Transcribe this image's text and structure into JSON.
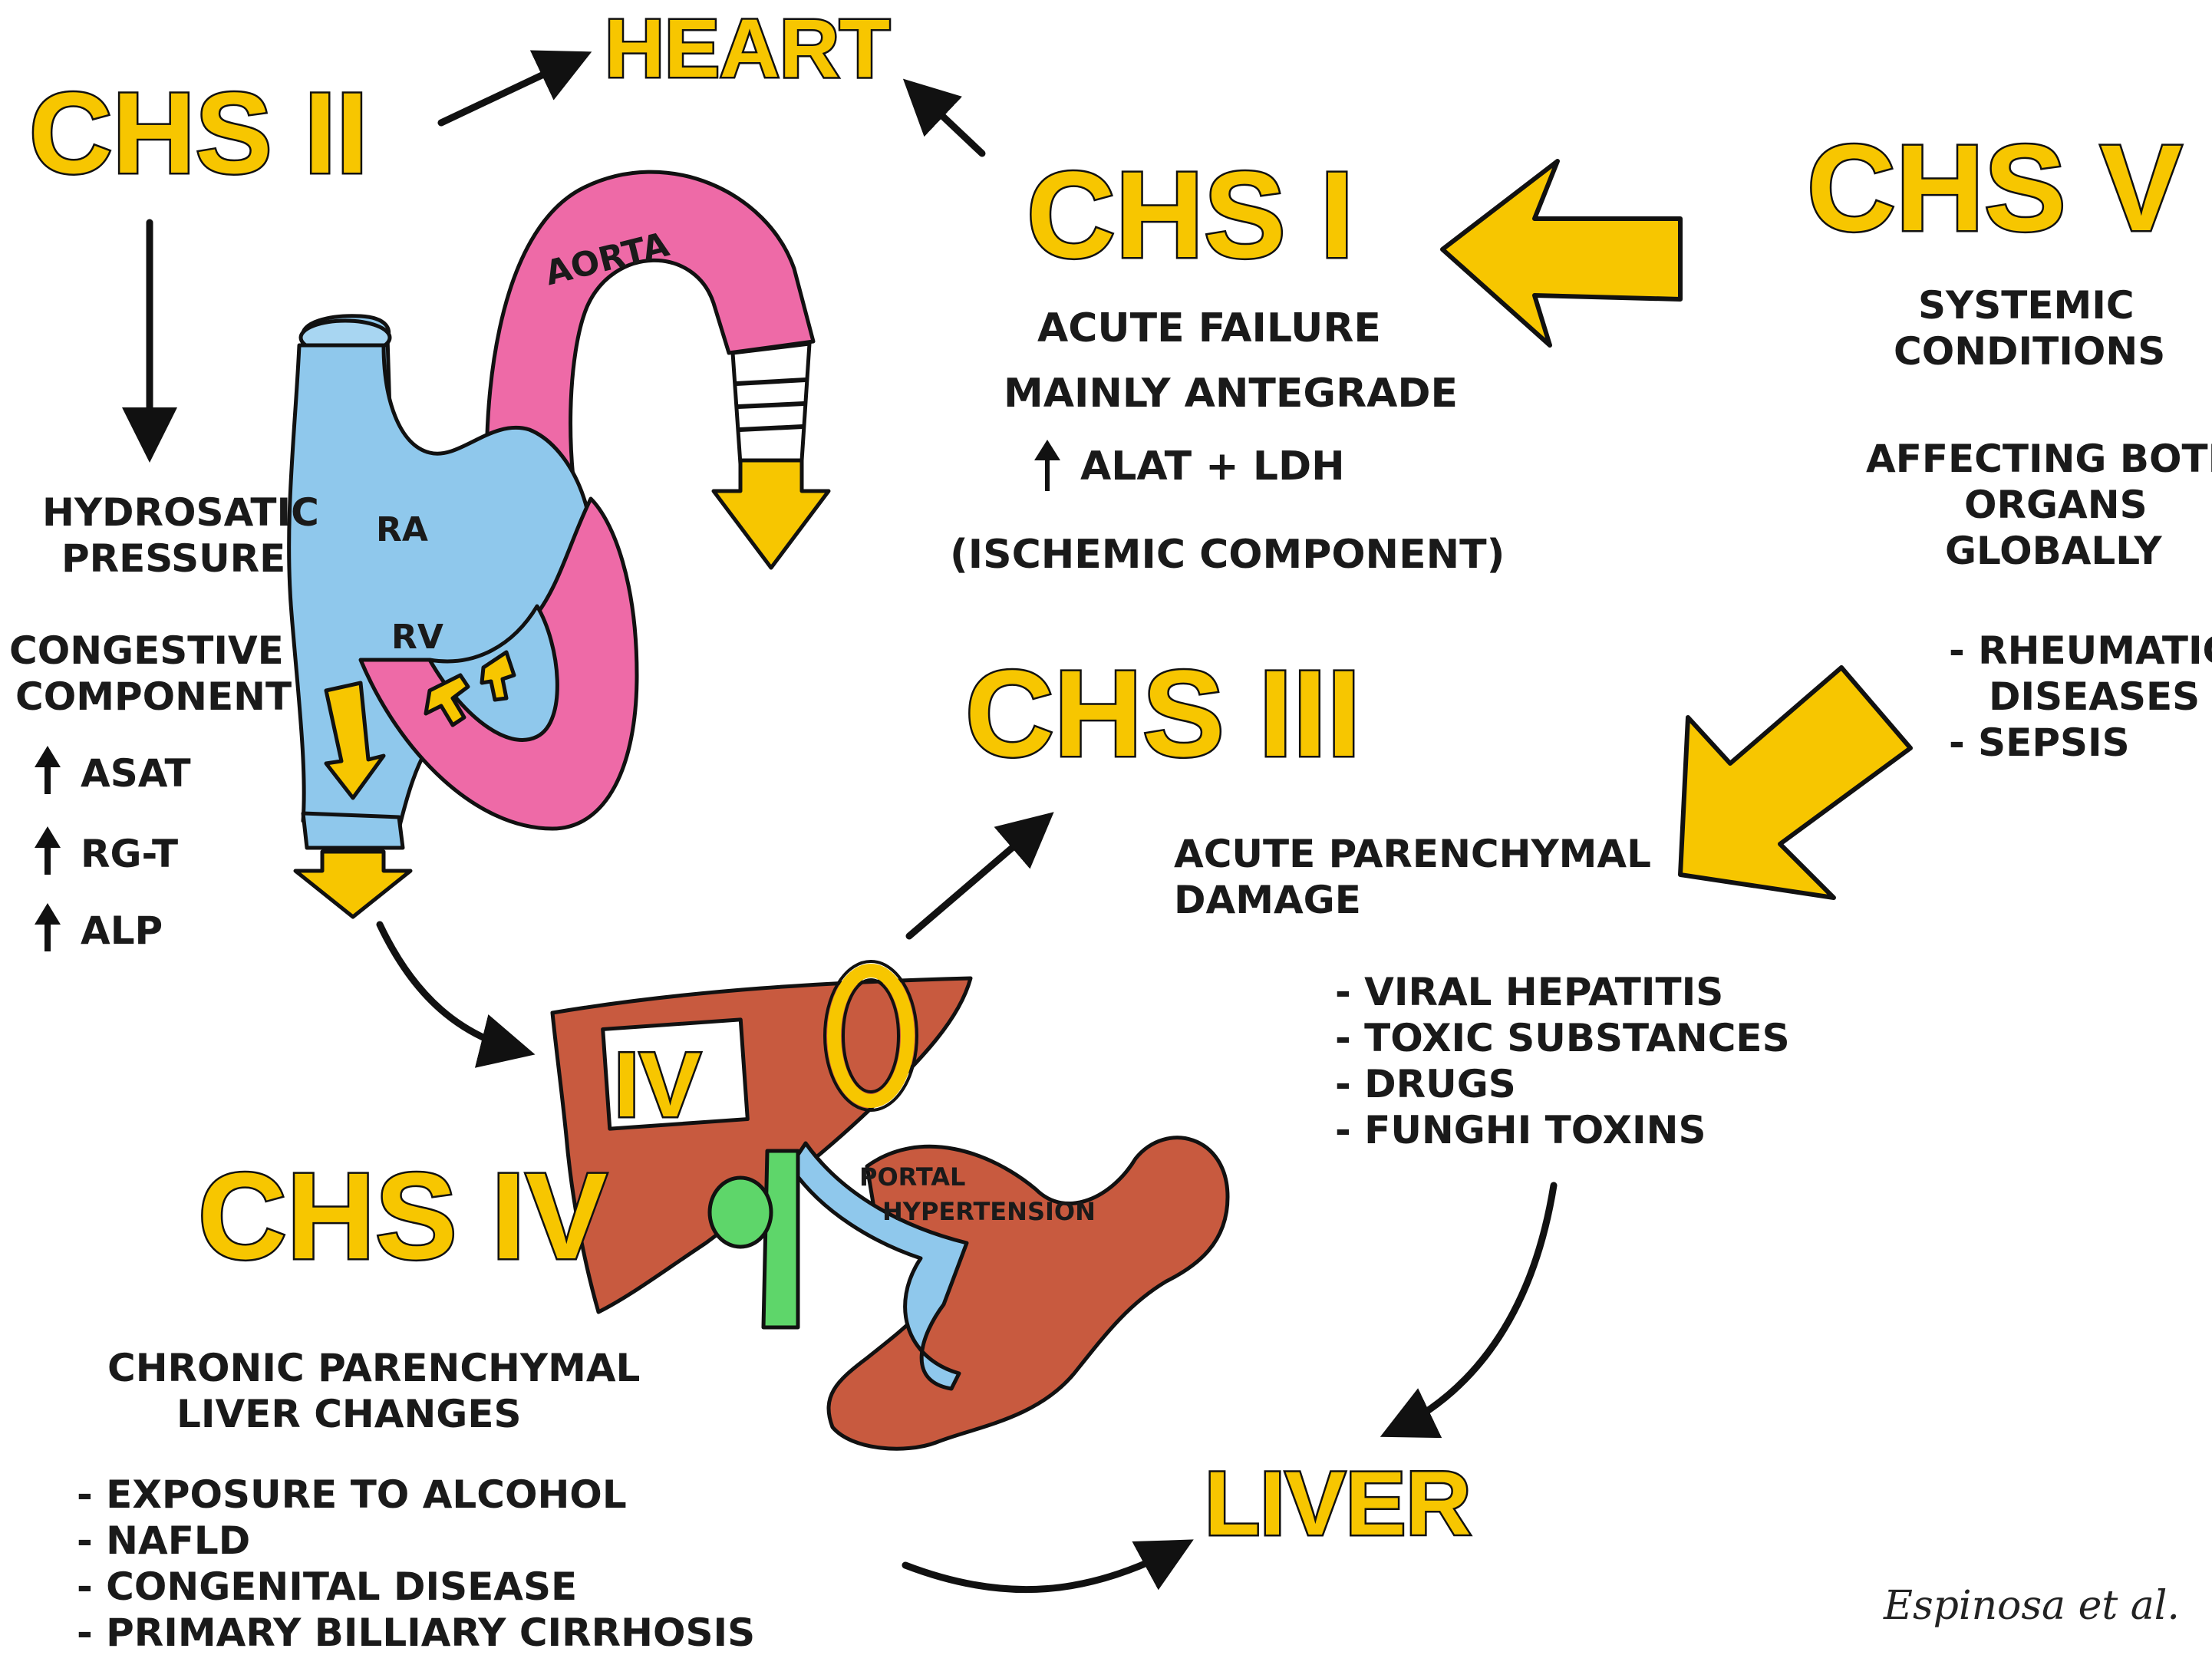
{
  "colors": {
    "yellow": "#f7c600",
    "pink": "#ee6aa7",
    "blue": "#8fc8ec",
    "liver_red": "#c85a3f",
    "green": "#5ed66a",
    "ink": "#111111"
  },
  "headings": {
    "heart": "HEART",
    "liver": "LIVER",
    "chs1": "CHS I",
    "chs2": "CHS II",
    "chs3": "CHS III",
    "chs4": "CHS IV",
    "chs5": "CHS V"
  },
  "heart_labels": {
    "aorta": "AORTA",
    "ra": "RA",
    "rv": "RV"
  },
  "liver_labels": {
    "badge": "IV",
    "portal_line1": "PORTAL",
    "portal_line2": "HYPERTENSION"
  },
  "chs1": {
    "line1": "ACUTE FAILURE",
    "line2": "MAINLY ANTEGRADE",
    "marker": "ALAT + LDH",
    "line4": "(ISCHEMIC COMPONENT)"
  },
  "chs2": {
    "pressure_line1": "HYDROSATIC",
    "pressure_line2": "PRESSURE",
    "component_line1": "CONGESTIVE",
    "component_line2": "COMPONENT",
    "markers": [
      "ASAT",
      "RG-T",
      "ALP"
    ]
  },
  "chs3": {
    "line1": "ACUTE PARENCHYMAL",
    "line2": "DAMAGE",
    "causes": [
      "- VIRAL HEPATITIS",
      "- TOXIC SUBSTANCES",
      "- DRUGS",
      "- FUNGHI TOXINS"
    ]
  },
  "chs4": {
    "line1": "CHRONIC PARENCHYMAL",
    "line2": "LIVER CHANGES",
    "causes": [
      "- EXPOSURE TO ALCOHOL",
      "- NAFLD",
      "- CONGENITAL DISEASE",
      "- PRIMARY BILLIARY CIRRHOSIS"
    ]
  },
  "chs5": {
    "line1": "SYSTEMIC",
    "line2": "CONDITIONS",
    "line3": "AFFECTING BOTH",
    "line4": "ORGANS",
    "line5": "GLOBALLY",
    "causes_line1": "- RHEUMATIC",
    "causes_line2": "DISEASES",
    "causes_line3": "- SEPSIS"
  },
  "credit": "Espinosa et al."
}
